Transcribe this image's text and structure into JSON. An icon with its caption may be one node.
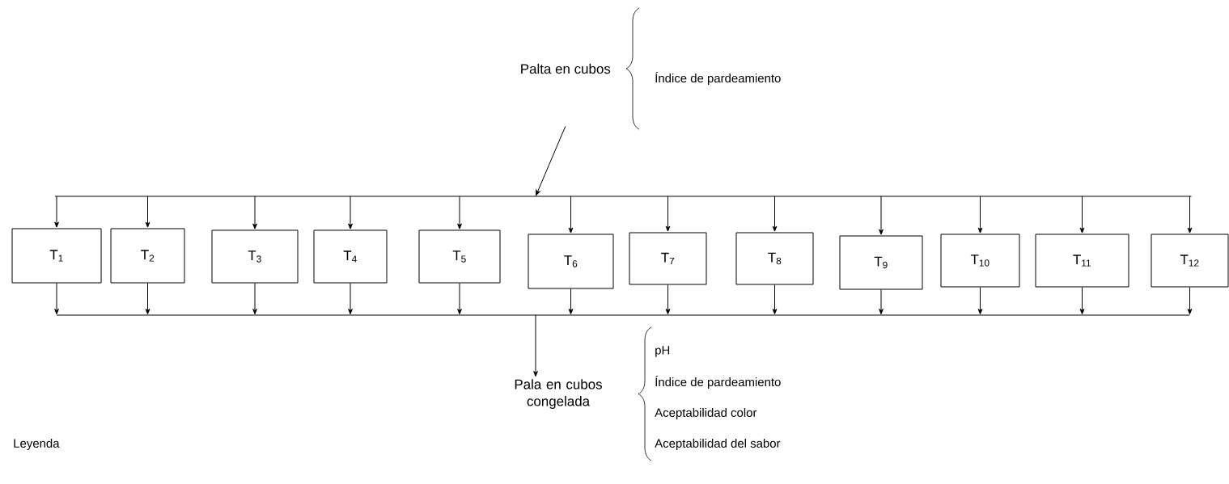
{
  "diagram": {
    "nodes": [
      {
        "text": [
          "Palta en cubos"
        ]
      },
      {
        "text": [
          "T$_{1}$"
        ]
      },
      {
        "text": [
          "T$_{2}$"
        ]
      },
      {
        "text": [
          "T$_{3}$"
        ]
      },
      {
        "text": [
          "T$_{4}$"
        ]
      },
      {
        "text": [
          "T$_{5}$"
        ]
      },
      {
        "text": [
          "T$_{6}$"
        ]
      },
      {
        "text": [
          "T$_{7}$"
        ]
      },
      {
        "text": [
          "T$_{8}$"
        ]
      },
      {
        "text": [
          "T$_{9}$"
        ]
      },
      {
        "text": [
          "T$_{10}$"
        ]
      },
      {
        "text": [
          "T$_{11}$"
        ]
      },
      {
        "text": [
          "T$_{12}$"
        ]
      },
      {
        "text": [
          "Pala en cubos congelada"
        ]
      }
    ],
    "edges": [
      {
        "from": 0,
        "to": 1,
        "arrow": "to"
      },
      {
        "from": 0,
        "to": 2,
        "arrow": "to"
      },
      {
        "from": 0,
        "to": 3,
        "arrow": "to"
      },
      {
        "from": 0,
        "to": 4,
        "arrow": "to"
      },
      {
        "from": 0,
        "to": 5,
        "arrow": "to"
      },
      {
        "from": 0,
        "to": 6,
        "arrow": "to"
      },
      {
        "from": 0,
        "to": 7,
        "arrow": "to"
      },
      {
        "from": 0,
        "to": 8,
        "arrow": "to"
      },
      {
        "from": 0,
        "to": 9,
        "arrow": "to"
      },
      {
        "from": 0,
        "to": 10,
        "arrow": "to"
      },
      {
        "from": 0,
        "to": 11,
        "arrow": "to"
      },
      {
        "from": 0,
        "to": 12,
        "arrow": "to"
      },
      {
        "from": 1,
        "to": 13,
        "arrow": "to"
      },
      {
        "from": 2,
        "to": 13,
        "arrow": "to"
      },
      {
        "from": 3,
        "to": 13,
        "arrow": "to"
      },
      {
        "from": 4,
        "to": 13,
        "arrow": "to"
      },
      {
        "from": 5,
        "to": 13,
        "arrow": "to"
      },
      {
        "from": 6,
        "to": 13,
        "arrow": "to"
      },
      {
        "from": 7,
        "to": 13,
        "arrow": "to"
      },
      {
        "from": 8,
        "to": 13,
        "arrow": "to"
      },
      {
        "from": 9,
        "to": 13,
        "arrow": "to"
      },
      {
        "from": 10,
        "to": 13,
        "arrow": "to"
      },
      {
        "from": 11,
        "to": 13,
        "arrow": "to"
      },
      {
        "from": 12,
        "to": 13,
        "arrow": "to"
      }
    ],
    "labels": [
      "Índice de pardeamiento",
      "pH",
      "Índice de pardeamiento",
      "Aceptabilidad color",
      "Aceptabilidad del sabor",
      "Leyenda"
    ]
  }
}
